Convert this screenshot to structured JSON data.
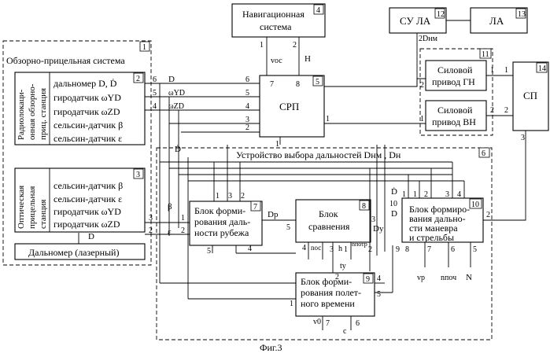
{
  "figure_caption": "Фиг.3",
  "blocks": {
    "b1": {
      "num": "1",
      "title": "Обзорно-прицельная система"
    },
    "b2": {
      "num": "2",
      "side_line1": "Радиолокаци-",
      "side_line2": "онная обзорно-",
      "side_line3": "приц. станция",
      "items": [
        "дальномер D, Ḋ",
        "гиродатчик ωYD",
        "гиродатчик ωZD",
        "сельсин-датчик β",
        "сельсин-датчик ε"
      ]
    },
    "b3": {
      "num": "3",
      "side_line1": "Оптическая",
      "side_line2": "прицельная",
      "side_line3": "станция",
      "items": [
        "сельсин-датчик β",
        "сельсин-датчик ε",
        "гиродатчик ωYD",
        "гиродатчик ωZD"
      ]
    },
    "rangefinder": {
      "label": "Дальномер (лазерный)"
    },
    "b4": {
      "num": "4",
      "line1": "Навигационная",
      "line2": "система"
    },
    "b5": {
      "num": "5",
      "label": "СРП"
    },
    "b6": {
      "num": "6",
      "title": "Устройство выбора дальностей Dнм , Dн"
    },
    "b7": {
      "num": "7",
      "line1": "Блок форми-",
      "line2": "рования даль-",
      "line3": "ности рубежа"
    },
    "b8": {
      "num": "8",
      "line1": "Блок",
      "line2": "сравнения"
    },
    "b9": {
      "num": "9",
      "line1": "Блок форми-",
      "line2": "рования полет-",
      "line3": "ного времени"
    },
    "b10": {
      "num": "10",
      "line1": "Блок формиро-",
      "line2": "вания дально-",
      "line3": "сти маневра",
      "line4": "и стрельбы"
    },
    "b11": {
      "num": "11"
    },
    "drive_gn": {
      "line1": "Силовой",
      "line2": "привод ГН"
    },
    "drive_vn": {
      "line1": "Силовой",
      "line2": "привод ВН"
    },
    "b12": {
      "num": "12",
      "label": "СУ ЛА"
    },
    "b13": {
      "num": "13",
      "label": "ЛА"
    },
    "b14": {
      "num": "14",
      "label": "СП"
    }
  },
  "signals": {
    "D": "D",
    "Ddot": "Ḋ",
    "wYD": "ωYD",
    "wZD": "ωZD",
    "beta": "β",
    "eps": "ε",
    "voc": "vос",
    "H": "H",
    "Dnm": "Dнм",
    "Dp": "Dр",
    "Dy": "Dу",
    "ty": "tу",
    "noc": "nос",
    "h": "h",
    "npotr": "nпотр",
    "vp": "vр",
    "npch": "nпоч",
    "N": "N",
    "v0": "v0",
    "c": "c"
  },
  "ports": [
    "1",
    "2",
    "3",
    "4",
    "5",
    "6",
    "7",
    "8",
    "9"
  ]
}
